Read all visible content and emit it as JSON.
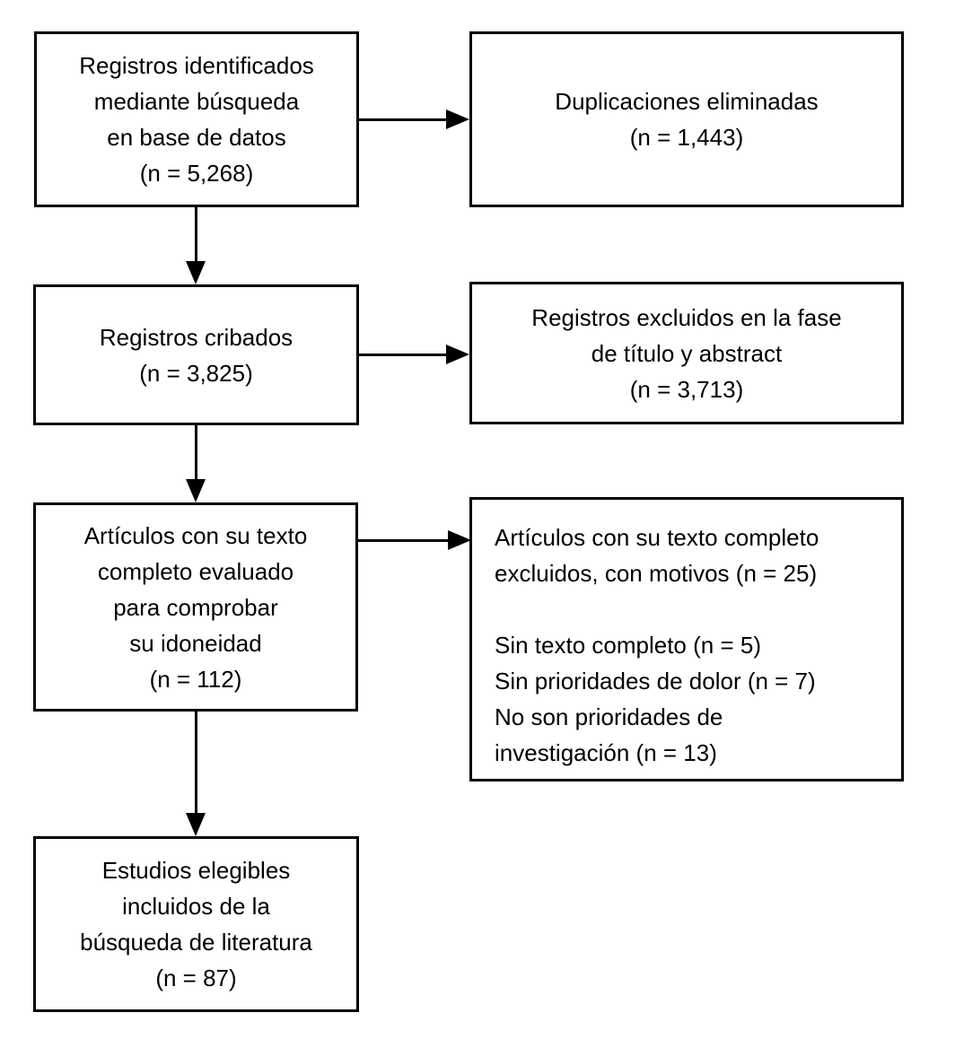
{
  "diagram": {
    "type": "flowchart",
    "language": "es",
    "background_color": "#ffffff",
    "stroke_color": "#000000",
    "boxes": {
      "identified": {
        "lines": [
          "Registros identificados",
          "mediante búsqueda",
          "en base de datos",
          "(n = 5,268)"
        ],
        "n": 5268
      },
      "duplicates": {
        "lines": [
          "Duplicaciones eliminadas",
          "(n = 1,443)"
        ],
        "n": 1443
      },
      "screened": {
        "lines": [
          "Registros cribados",
          "(n = 3,825)"
        ],
        "n": 3825
      },
      "title_abstract_excluded": {
        "lines": [
          "Registros excluidos en la fase",
          "de título y abstract",
          "(n = 3,713)"
        ],
        "n": 3713
      },
      "fulltext_assessed": {
        "lines": [
          "Artículos con su texto",
          "completo evaluado",
          "para comprobar",
          "su idoneidad",
          "(n = 112)"
        ],
        "n": 112
      },
      "fulltext_excluded": {
        "lines": [
          "Artículos con su texto completo",
          "excluidos, con motivos (n = 25)",
          "",
          "Sin texto completo (n = 5)",
          "Sin prioridades de dolor (n = 7)",
          "No son prioridades de",
          "investigación (n = 13)"
        ],
        "n": 25,
        "reasons": [
          {
            "label": "Sin texto completo",
            "n": 5
          },
          {
            "label": "Sin prioridades de dolor",
            "n": 7
          },
          {
            "label": "No son prioridades de investigación",
            "n": 13
          }
        ]
      },
      "included": {
        "lines": [
          "Estudios elegibles",
          "incluidos de la",
          "búsqueda de literatura",
          "(n = 87)"
        ],
        "n": 87
      }
    }
  }
}
